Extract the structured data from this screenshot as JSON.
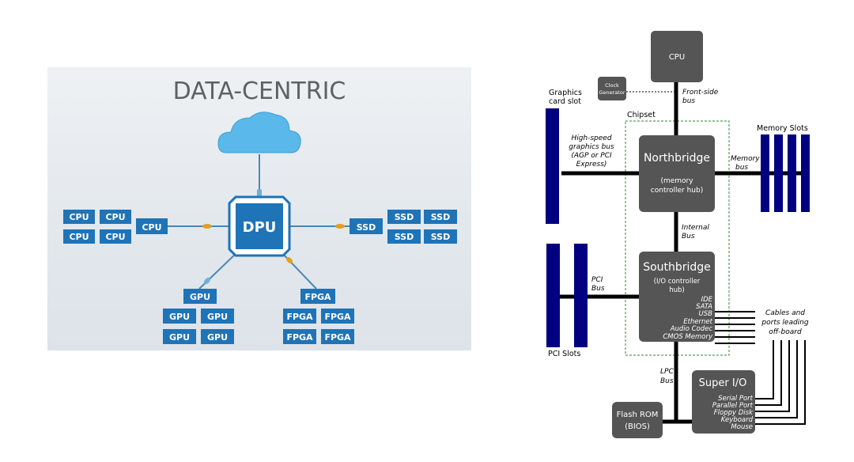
{
  "data_centric": {
    "title": "DATA-CENTRIC",
    "dpu_label": "DPU",
    "cpu_node": "CPU",
    "cpu_grid": [
      "CPU",
      "CPU",
      "CPU",
      "CPU"
    ],
    "ssd_node": "SSD",
    "ssd_grid": [
      "SSD",
      "SSD",
      "SSD",
      "SSD"
    ],
    "gpu_node": "GPU",
    "gpu_grid": [
      "GPU",
      "GPU",
      "GPU",
      "GPU"
    ],
    "fpga_node": "FPGA",
    "fpga_grid": [
      "FPGA",
      "FPGA",
      "FPGA",
      "FPGA"
    ],
    "colors": {
      "box": "#1f73b7",
      "cloud": "#5ab9ea",
      "link": "#4a87b3",
      "connector": "#e0a020"
    },
    "icons": [
      "cloud-icon",
      "dpu-chip-icon"
    ]
  },
  "chipset": {
    "cpu": "CPU",
    "clock_generator": [
      "Clock",
      "Generator"
    ],
    "front_side_bus": [
      "Front-side",
      "bus"
    ],
    "graphics_card_slot": [
      "Graphics",
      "card slot"
    ],
    "chipset_label": "Chipset",
    "memory_slots": "Memory Slots",
    "high_speed_bus": [
      "High-speed",
      "graphics bus",
      "(AGP or PCI",
      "Express)"
    ],
    "northbridge": "Northbridge",
    "northbridge_sub": [
      "(memory",
      "controller hub)"
    ],
    "memory_bus": [
      "Memory",
      "bus"
    ],
    "internal_bus": [
      "Internal",
      "Bus"
    ],
    "southbridge": "Southbridge",
    "southbridge_sub": [
      "(I/O controller",
      "hub)"
    ],
    "southbridge_items": [
      "IDE",
      "SATA",
      "USB",
      "Ethernet",
      "Audio Codec",
      "CMOS Memory"
    ],
    "pci_bus": [
      "PCI",
      "Bus"
    ],
    "pci_slots": "PCI Slots",
    "cables": [
      "Cables and",
      "ports leading",
      "off-board"
    ],
    "lpc_bus": [
      "LPC",
      "Bus"
    ],
    "super_io": "Super I/O",
    "super_io_items": [
      "Serial Port",
      "Parallel Port",
      "Floppy Disk",
      "Keyboard",
      "Mouse"
    ],
    "flash_rom": [
      "Flash ROM",
      "(BIOS)"
    ],
    "colors": {
      "chip": "#555555",
      "slot": "#000080",
      "bus": "#000000",
      "chipset_border": "#2e8b2e"
    }
  }
}
